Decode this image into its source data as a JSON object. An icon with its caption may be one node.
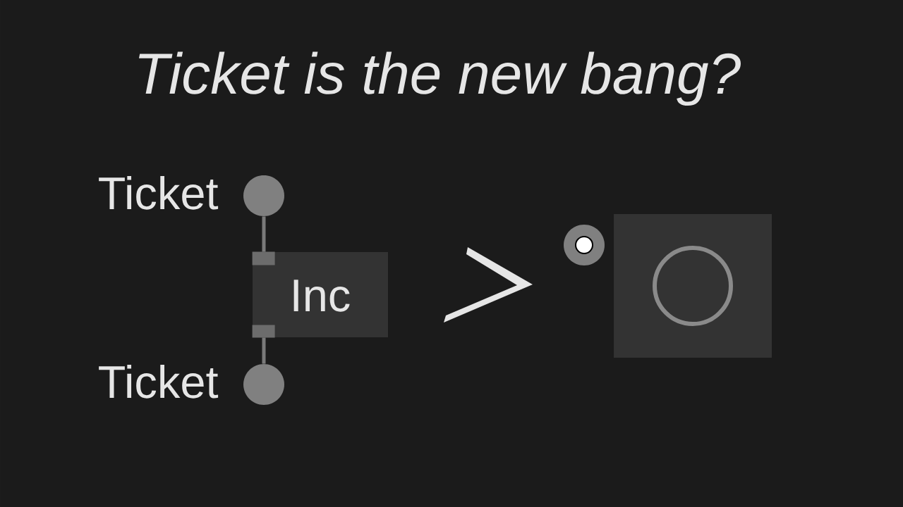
{
  "diagram": {
    "title": "Ticket is the new bang?",
    "nodes": [
      {
        "text": [],
        "shape": "circle",
        "beside": [
          "Ticket"
        ]
      },
      {
        "text": [
          "Inc"
        ]
      },
      {
        "text": [],
        "shape": "circle",
        "beside": [
          "Ticket"
        ]
      },
      {
        "text": [],
        "shape": "chevron"
      },
      {
        "text": [],
        "shape": "circle"
      },
      {
        "text": [],
        "shape": "box"
      }
    ],
    "edges": [
      {
        "from": 0,
        "to": 1,
        "arrow": "none"
      },
      {
        "from": 1,
        "to": 2,
        "arrow": "none"
      }
    ]
  }
}
